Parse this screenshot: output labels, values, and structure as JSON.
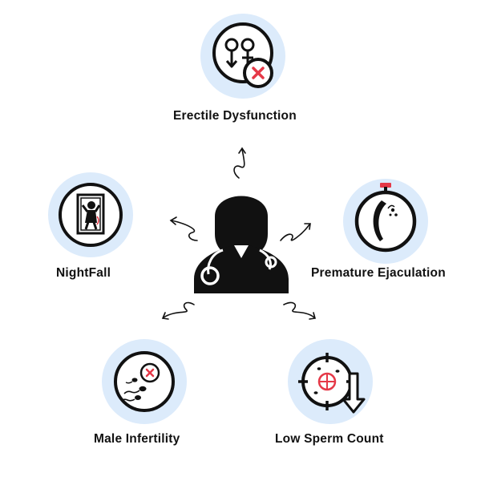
{
  "title": "",
  "center": {
    "icon": "doctor-stethoscope-icon"
  },
  "conditions": [
    {
      "id": "erectile-dysfunction",
      "label": "Erectile Dysfunction",
      "icon": "gender-symbols-with-cross-icon"
    },
    {
      "id": "nightfall",
      "label": "NightFall",
      "icon": "person-in-bed-icon"
    },
    {
      "id": "premature-ejaculation",
      "label": "Premature Ejaculation",
      "icon": "stopwatch-icon"
    },
    {
      "id": "male-infertility",
      "label": "Male Infertility",
      "icon": "sperm-egg-cross-icon"
    },
    {
      "id": "low-sperm-count",
      "label": "Low Sperm Count",
      "icon": "target-down-arrow-icon"
    }
  ],
  "colors": {
    "circle_fill": "#dcebfb",
    "icon_stroke": "#111111",
    "accent_red": "#e53948",
    "text": "#111111"
  }
}
